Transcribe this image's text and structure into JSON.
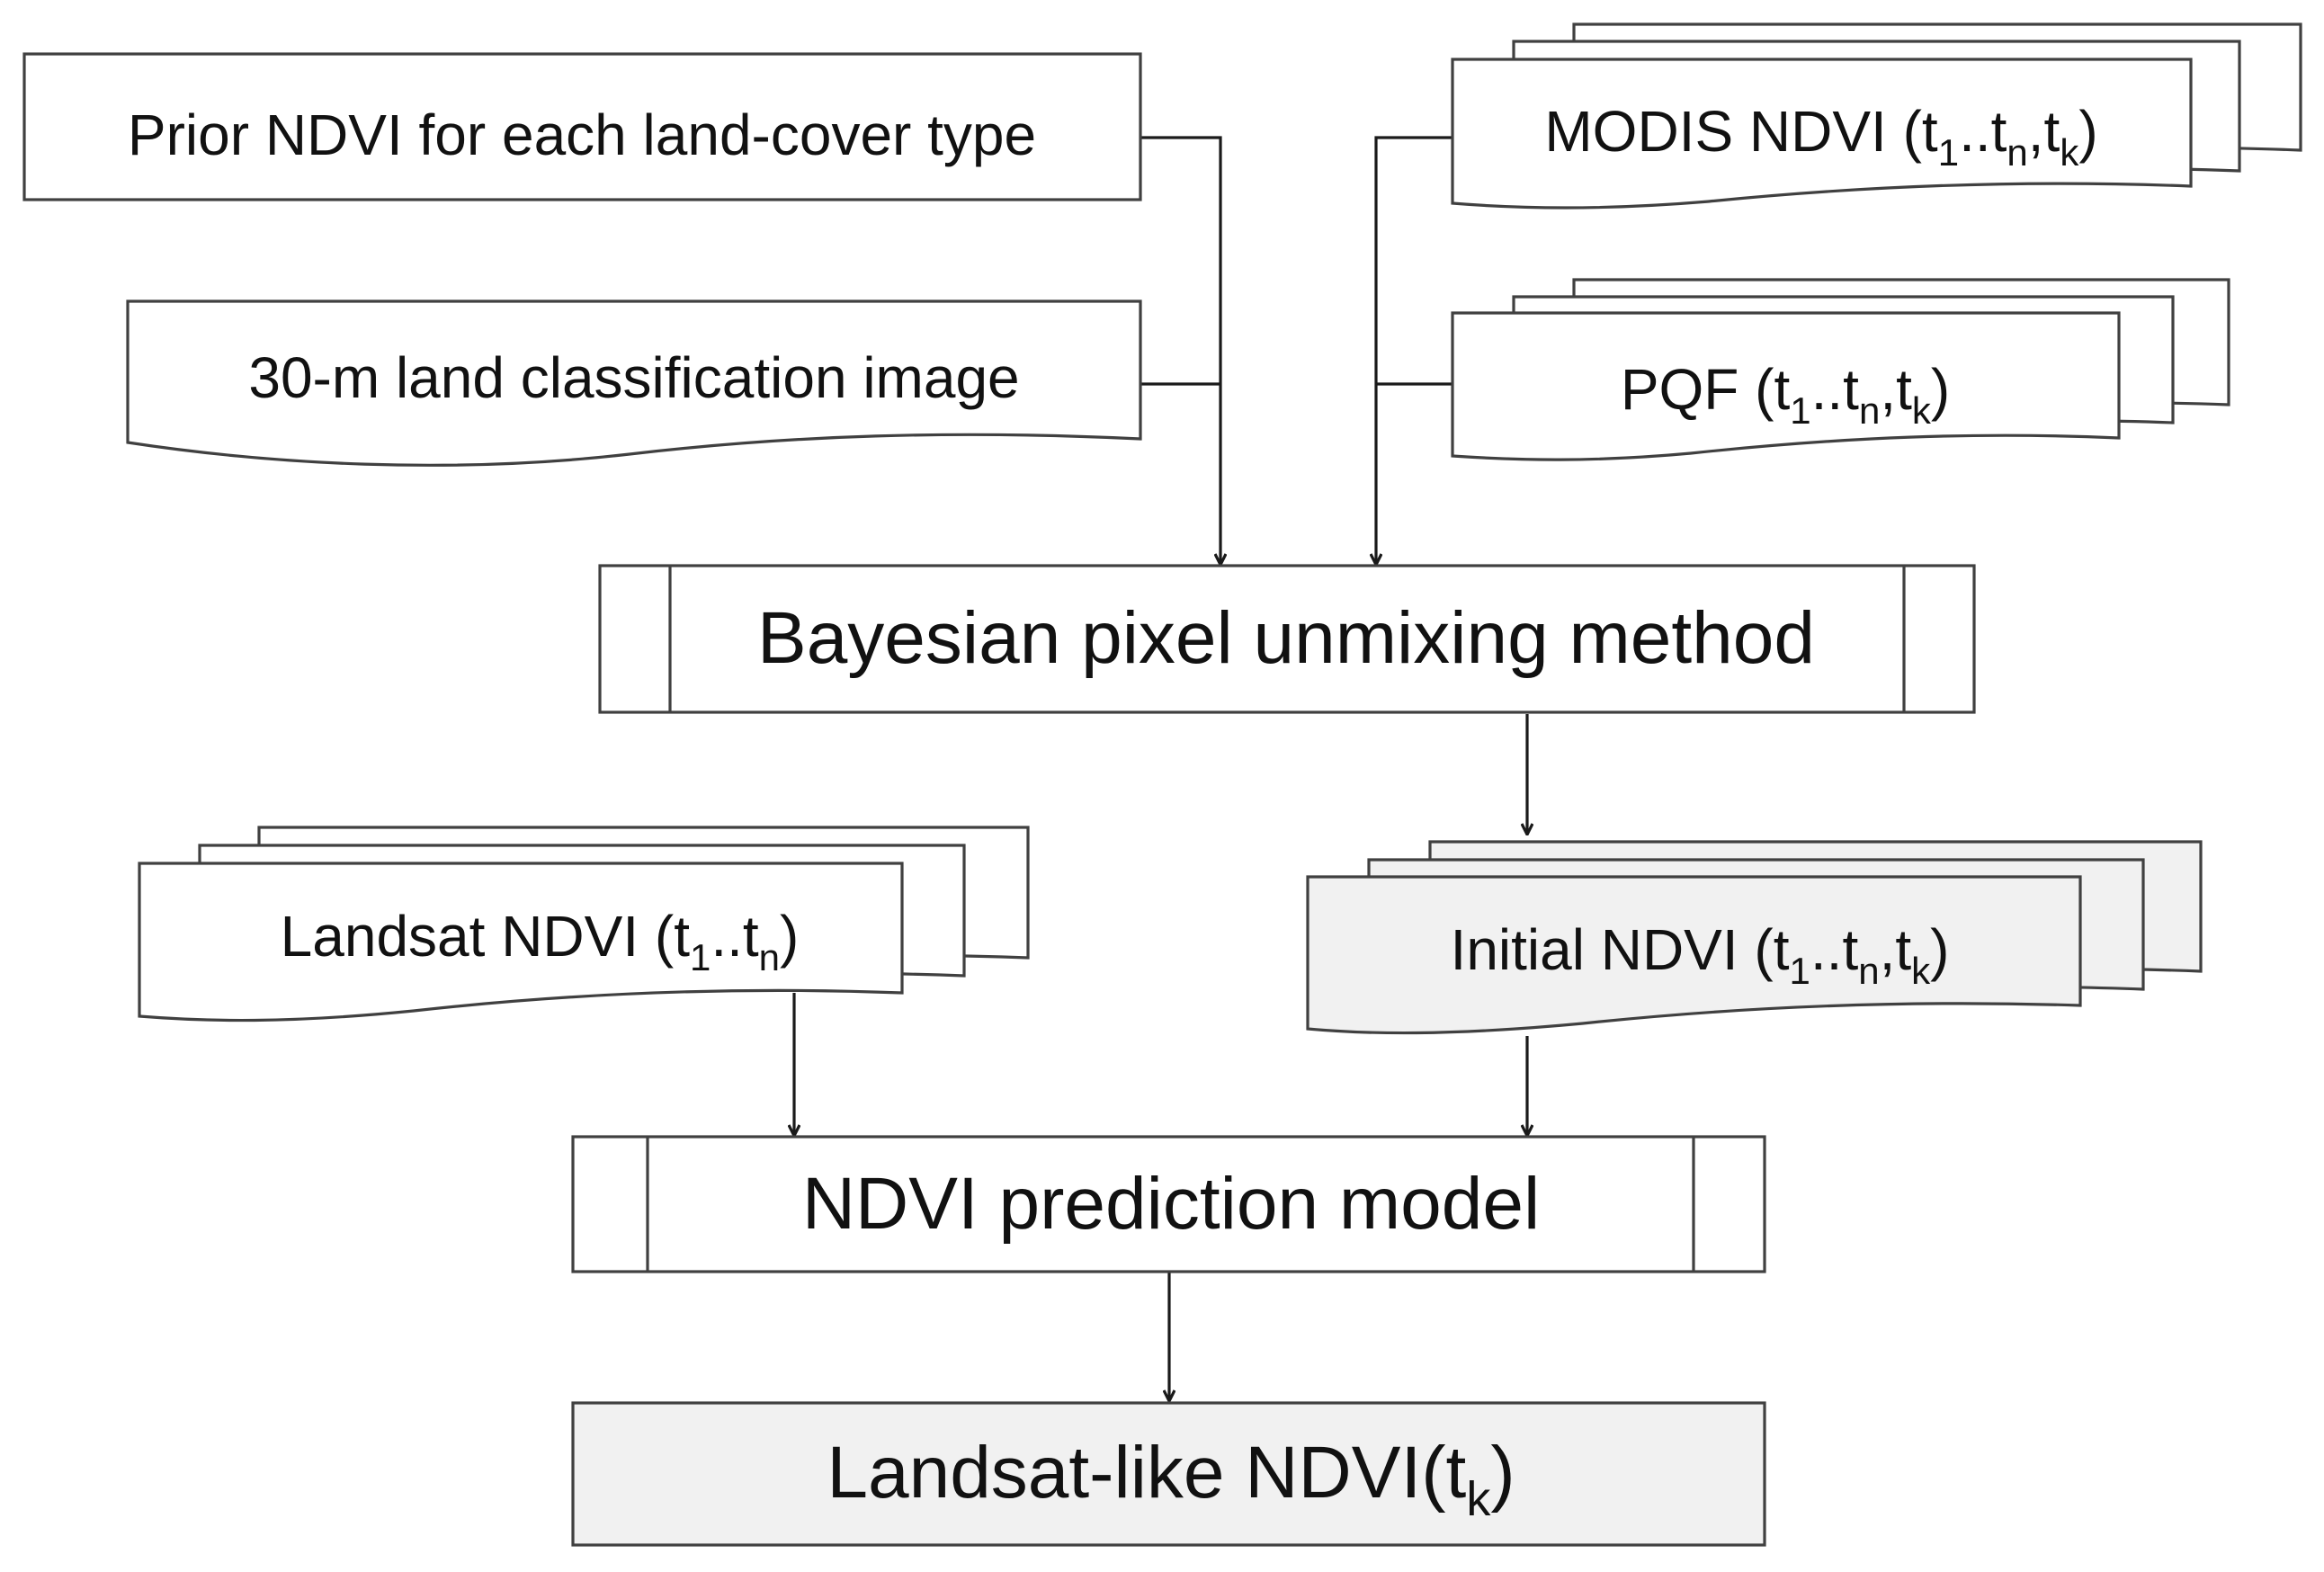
{
  "nodes": {
    "prior_ndvi": {
      "label": "Prior NDVI for each land-cover type"
    },
    "classification": {
      "label": "30-m land classification image"
    },
    "modis": {
      "label_pre": "MODIS NDVI (t",
      "s1": "1",
      "mid1": "..t",
      "s2": "n",
      "mid2": ",t",
      "s3": "k",
      "end": ")"
    },
    "pqf": {
      "label_pre": "PQF (t",
      "s1": "1",
      "mid1": "..t",
      "s2": "n",
      "mid2": ",t",
      "s3": "k",
      "end": ")"
    },
    "bayesian": {
      "label": "Bayesian pixel unmixing method"
    },
    "landsat": {
      "label_pre": "Landsat NDVI (t",
      "s1": "1",
      "mid1": "..t",
      "s2": "n",
      "end": ")"
    },
    "initial": {
      "label_pre": "Initial NDVI (t",
      "s1": "1",
      "mid1": "..t",
      "s2": "n",
      "mid2": ",t",
      "s3": "k",
      "end": ")"
    },
    "prediction": {
      "label": "NDVI prediction model"
    },
    "output": {
      "label_pre": "Landsat-like NDVI(t",
      "s1": "k",
      "end": ")"
    }
  },
  "edges": [
    {
      "from": "prior_ndvi",
      "to": "bayesian"
    },
    {
      "from": "classification",
      "to": "bayesian"
    },
    {
      "from": "modis",
      "to": "bayesian"
    },
    {
      "from": "pqf",
      "to": "bayesian"
    },
    {
      "from": "bayesian",
      "to": "initial"
    },
    {
      "from": "landsat",
      "to": "prediction"
    },
    {
      "from": "initial",
      "to": "prediction"
    },
    {
      "from": "prediction",
      "to": "output"
    }
  ],
  "colors": {
    "stroke": "#404040",
    "output_fill": "#f1f1f1",
    "text": "#111111"
  }
}
